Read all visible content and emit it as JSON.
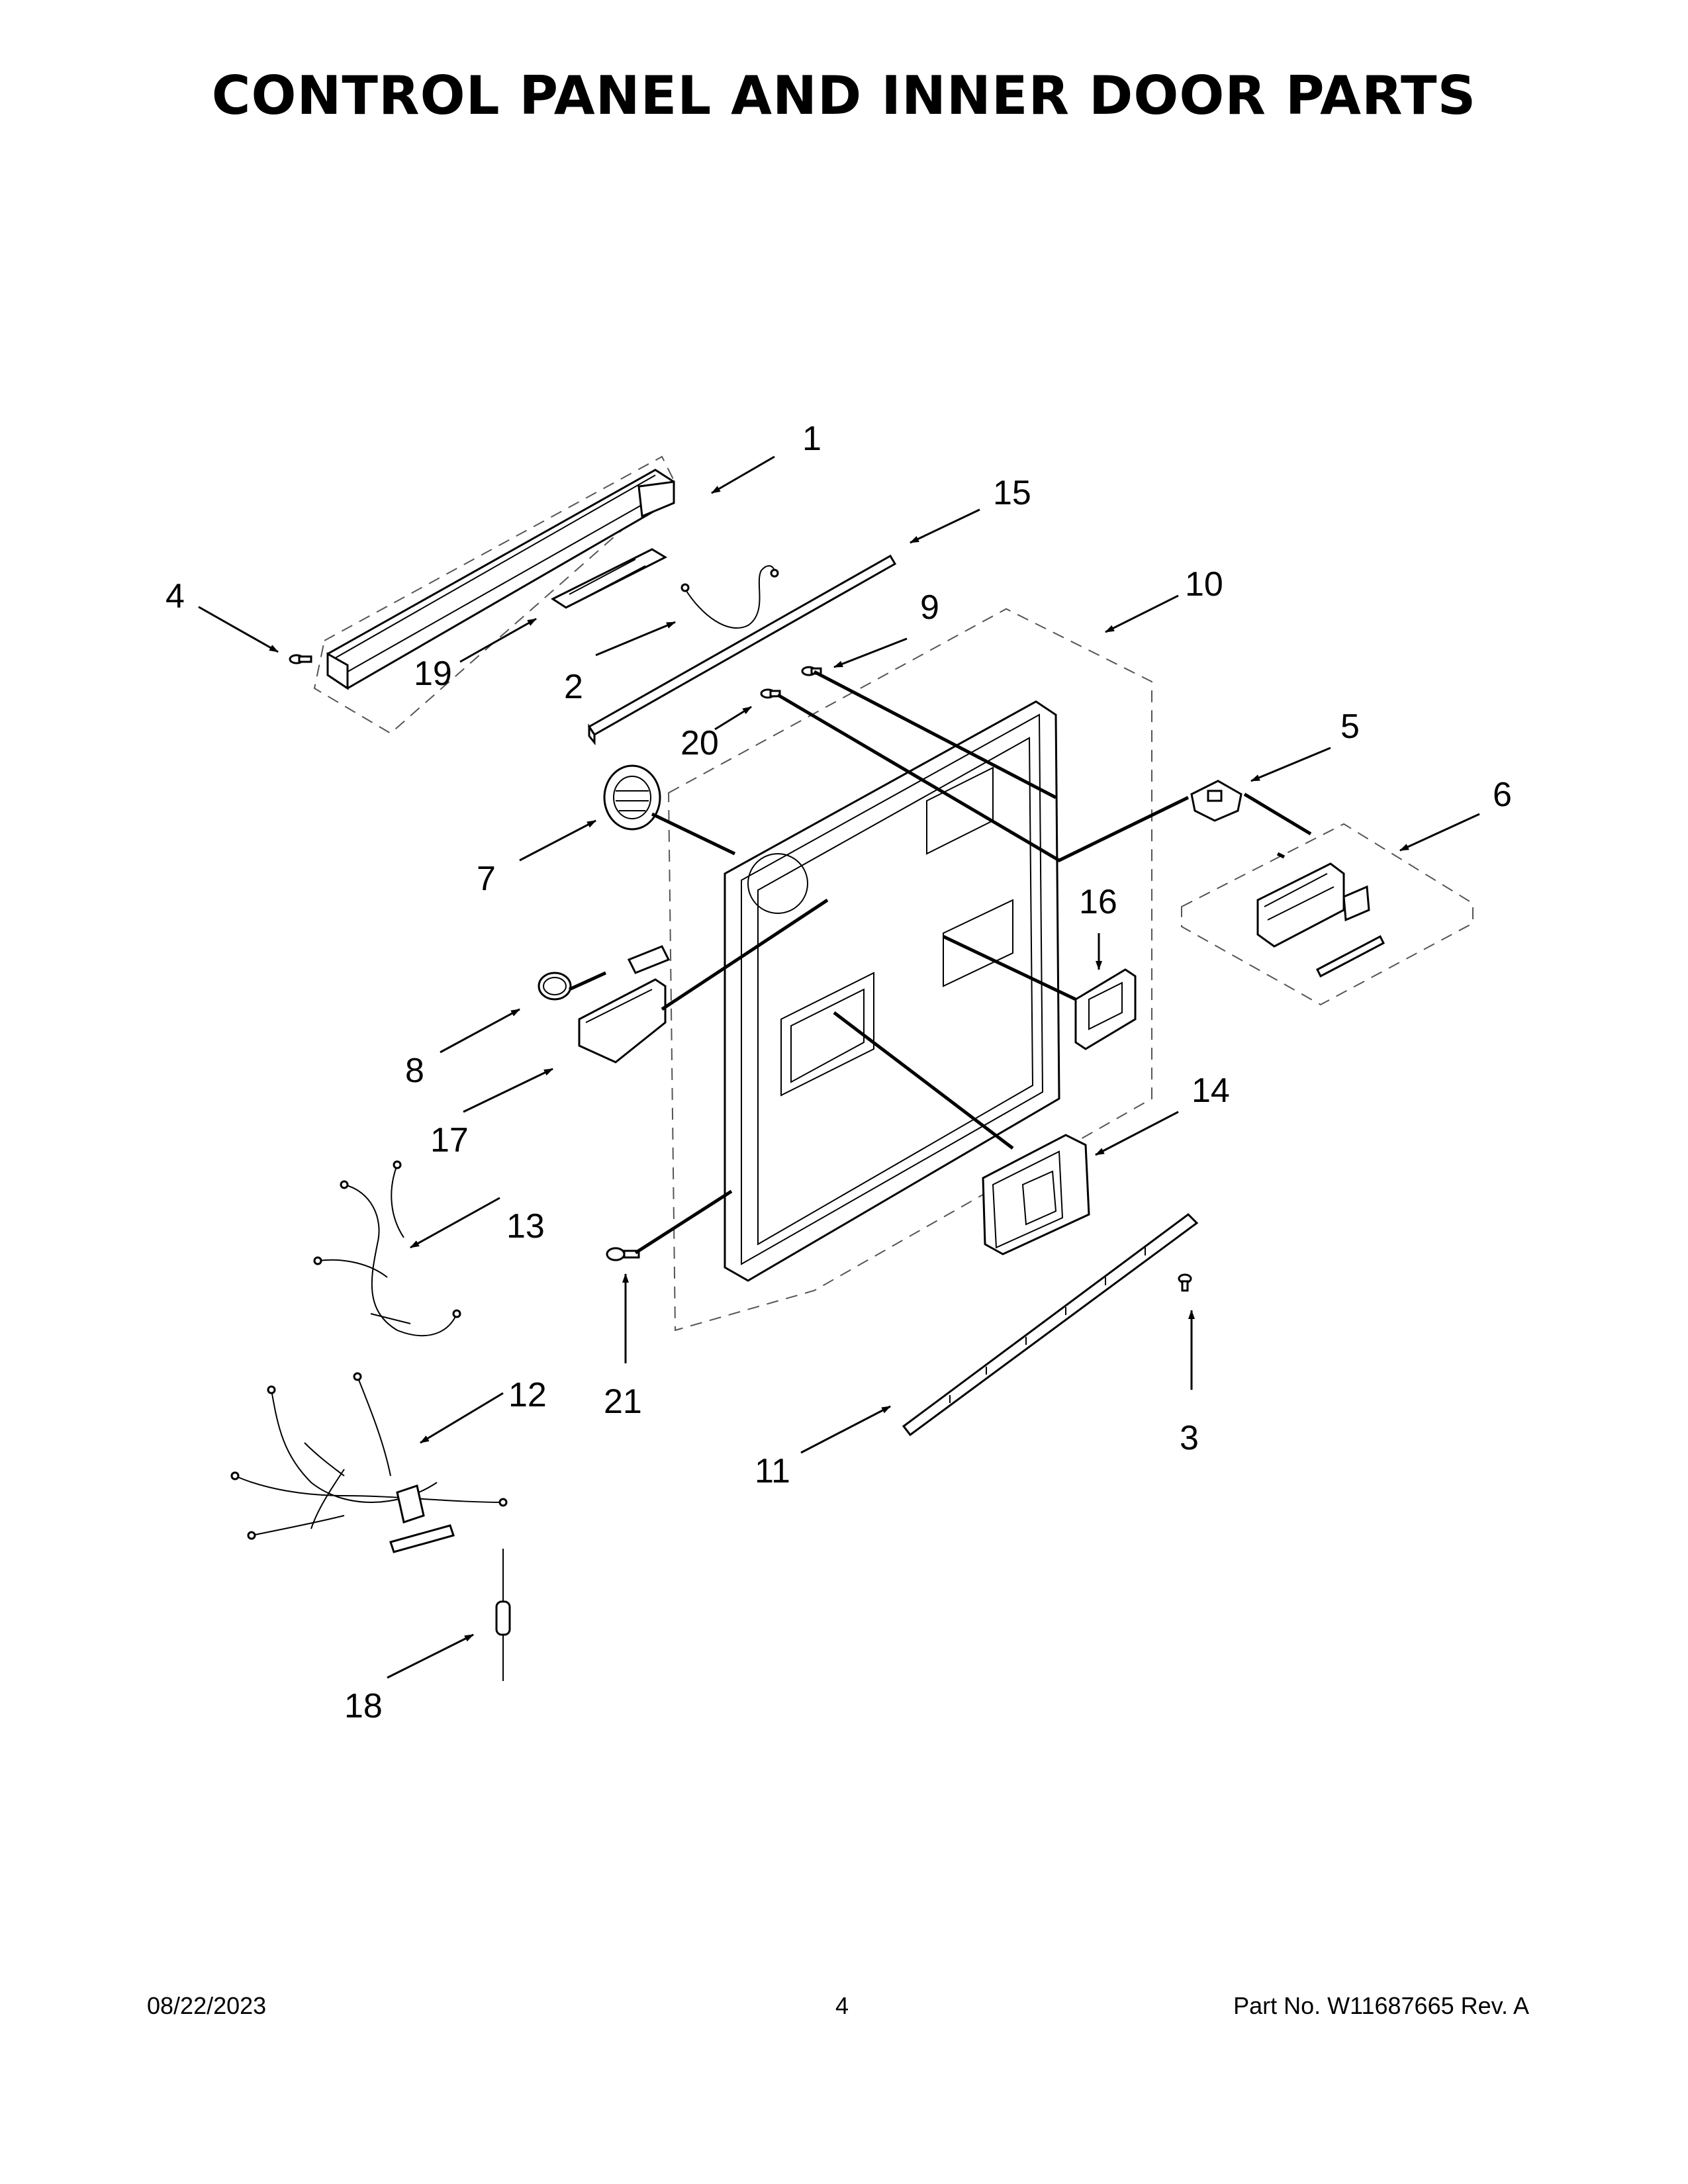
{
  "page": {
    "title": "CONTROL PANEL AND INNER DOOR PARTS",
    "date": "08/22/2023",
    "page_number": "4",
    "part_number": "Part No.  W11687665  Rev.  A"
  },
  "callouts": [
    "1",
    "2",
    "3",
    "4",
    "5",
    "6",
    "7",
    "8",
    "9",
    "10",
    "11",
    "12",
    "13",
    "14",
    "15",
    "16",
    "17",
    "18",
    "19",
    "20",
    "21"
  ]
}
